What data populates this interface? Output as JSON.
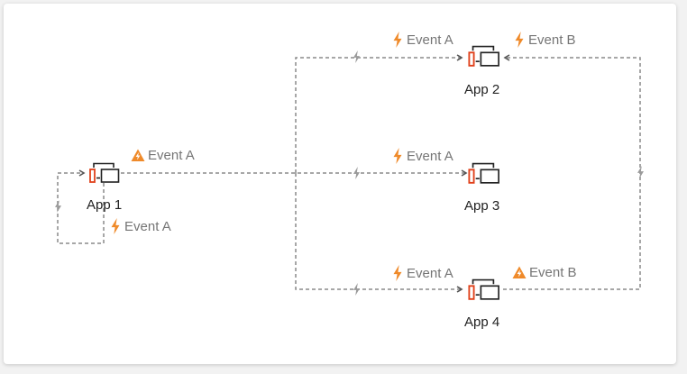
{
  "apps": {
    "app1": {
      "label": "App 1"
    },
    "app2": {
      "label": "App 2"
    },
    "app3": {
      "label": "App 3"
    },
    "app4": {
      "label": "App 4"
    }
  },
  "events": {
    "app1_out": {
      "label": "Event A",
      "icon": "warning-bolt-icon"
    },
    "app1_loop": {
      "label": "Event A",
      "icon": "bolt-icon"
    },
    "app2_in_a": {
      "label": "Event A",
      "icon": "bolt-icon"
    },
    "app2_in_b": {
      "label": "Event B",
      "icon": "bolt-icon"
    },
    "app3_in_a": {
      "label": "Event A",
      "icon": "bolt-icon"
    },
    "app4_in_a": {
      "label": "Event A",
      "icon": "bolt-icon"
    },
    "app4_out_b": {
      "label": "Event B",
      "icon": "warning-bolt-icon"
    }
  },
  "colors": {
    "accent_orange": "#ef8a2a",
    "accent_red": "#e0411b",
    "connector_gray": "#8a8a8a",
    "text_dark": "#222222",
    "text_muted": "#757575"
  }
}
